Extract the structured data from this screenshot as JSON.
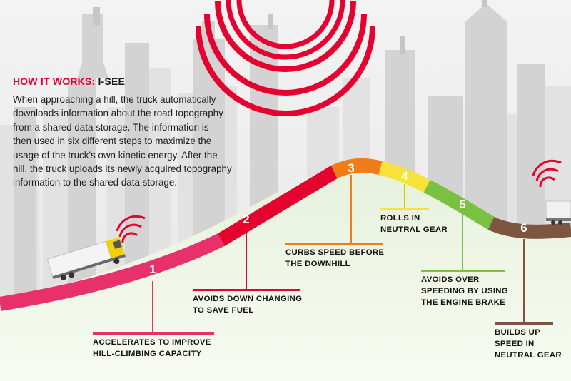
{
  "heading": {
    "part1": "HOW IT WORKS:",
    "part2": "I-SEE"
  },
  "intro_lines": [
    "When approaching a hill, the truck automatically",
    "downloads information about the road topography",
    "from a shared data storage. The information is",
    "then used in six different steps to maximize the",
    "usage of the truck's own kinetic energy. After the",
    "hill, the truck uploads its newly acquired topography",
    "information to the shared data storage."
  ],
  "colors": {
    "accent_red": "#e4032e",
    "step1": "#e8306a",
    "step2": "#e4032e",
    "step3": "#ef7d1a",
    "step4": "#f6e23a",
    "step5": "#7ac143",
    "step6": "#7c5641"
  },
  "steps": [
    {
      "number": "1",
      "lines": [
        "ACCELERATES TO IMPROVE",
        "HILL-CLIMBING CAPACITY"
      ]
    },
    {
      "number": "2",
      "lines": [
        "AVOIDS DOWN CHANGING",
        "TO SAVE FUEL"
      ]
    },
    {
      "number": "3",
      "lines": [
        "CURBS SPEED BEFORE",
        "THE DOWNHILL"
      ]
    },
    {
      "number": "4",
      "lines": [
        "ROLLS IN",
        "NEUTRAL GEAR"
      ]
    },
    {
      "number": "5",
      "lines": [
        "AVOIDS OVER",
        "SPEEDING BY USING",
        "THE ENGINE BRAKE"
      ]
    },
    {
      "number": "6",
      "lines": [
        "BUILDS UP",
        "SPEED IN",
        "NEUTRAL GEAR"
      ]
    }
  ],
  "icons": [
    "signal-waves-icon",
    "truck-icon",
    "city-skyline"
  ]
}
